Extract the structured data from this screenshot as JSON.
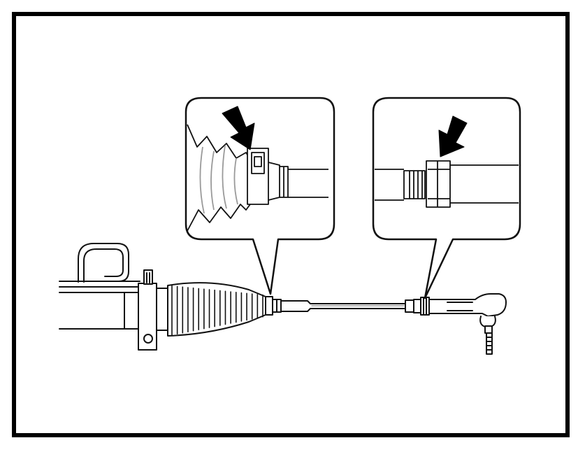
{
  "figure": {
    "type": "technical-line-drawing",
    "subject": "steering-gear-tie-rod-assembly",
    "callouts": [
      {
        "id": "boot-clamp-detail",
        "arrow": "down-left"
      },
      {
        "id": "tie-rod-lock-nut-detail",
        "arrow": "down-left"
      }
    ]
  },
  "colors": {
    "stroke": "#111111",
    "frame": "#000000",
    "background": "#ffffff",
    "shade": "#9a9a9a"
  }
}
